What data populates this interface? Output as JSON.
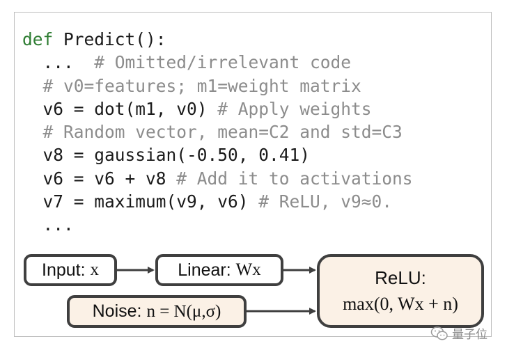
{
  "code": {
    "lines": [
      {
        "parts": [
          {
            "t": "def",
            "c": "kw"
          },
          {
            "t": " Predict():",
            "c": ""
          }
        ]
      },
      {
        "parts": [
          {
            "t": "  ...  ",
            "c": ""
          },
          {
            "t": "# Omitted/irrelevant code",
            "c": "cm"
          }
        ]
      },
      {
        "parts": [
          {
            "t": "  ",
            "c": ""
          },
          {
            "t": "# v0=features; m1=weight matrix",
            "c": "cm"
          }
        ]
      },
      {
        "parts": [
          {
            "t": "  v6 = dot(m1, v0) ",
            "c": ""
          },
          {
            "t": "# Apply weights",
            "c": "cm"
          }
        ]
      },
      {
        "parts": [
          {
            "t": "  ",
            "c": ""
          },
          {
            "t": "# Random vector, mean=C2 and std=C3",
            "c": "cm"
          }
        ]
      },
      {
        "parts": [
          {
            "t": "  v8 = gaussian(-0.50, 0.41)",
            "c": ""
          }
        ]
      },
      {
        "parts": [
          {
            "t": "  v6 = v6 + v8 ",
            "c": ""
          },
          {
            "t": "# Add it to activations",
            "c": "cm"
          }
        ]
      },
      {
        "parts": [
          {
            "t": "  v7 = maximum(v9, v6) ",
            "c": ""
          },
          {
            "t": "# ReLU, v9≈0.",
            "c": "cm"
          }
        ]
      },
      {
        "parts": [
          {
            "t": "  ...",
            "c": ""
          }
        ]
      }
    ]
  },
  "diagram": {
    "input": {
      "label": "Input: ",
      "var": "x"
    },
    "linear": {
      "label": "Linear: ",
      "var": "Wx"
    },
    "noise": {
      "label": "Noise: ",
      "var": "n = N(μ,σ)"
    },
    "relu": {
      "label": "ReLU:",
      "formula": "max(0, Wx + n)"
    }
  },
  "watermark": {
    "text": "量子位",
    "icon": "wechat-icon"
  },
  "colors": {
    "keyword": "#2e7d32",
    "comment": "#8c8c8c",
    "box_border": "#3f3f3f",
    "cream_fill": "#fbf1e6"
  }
}
